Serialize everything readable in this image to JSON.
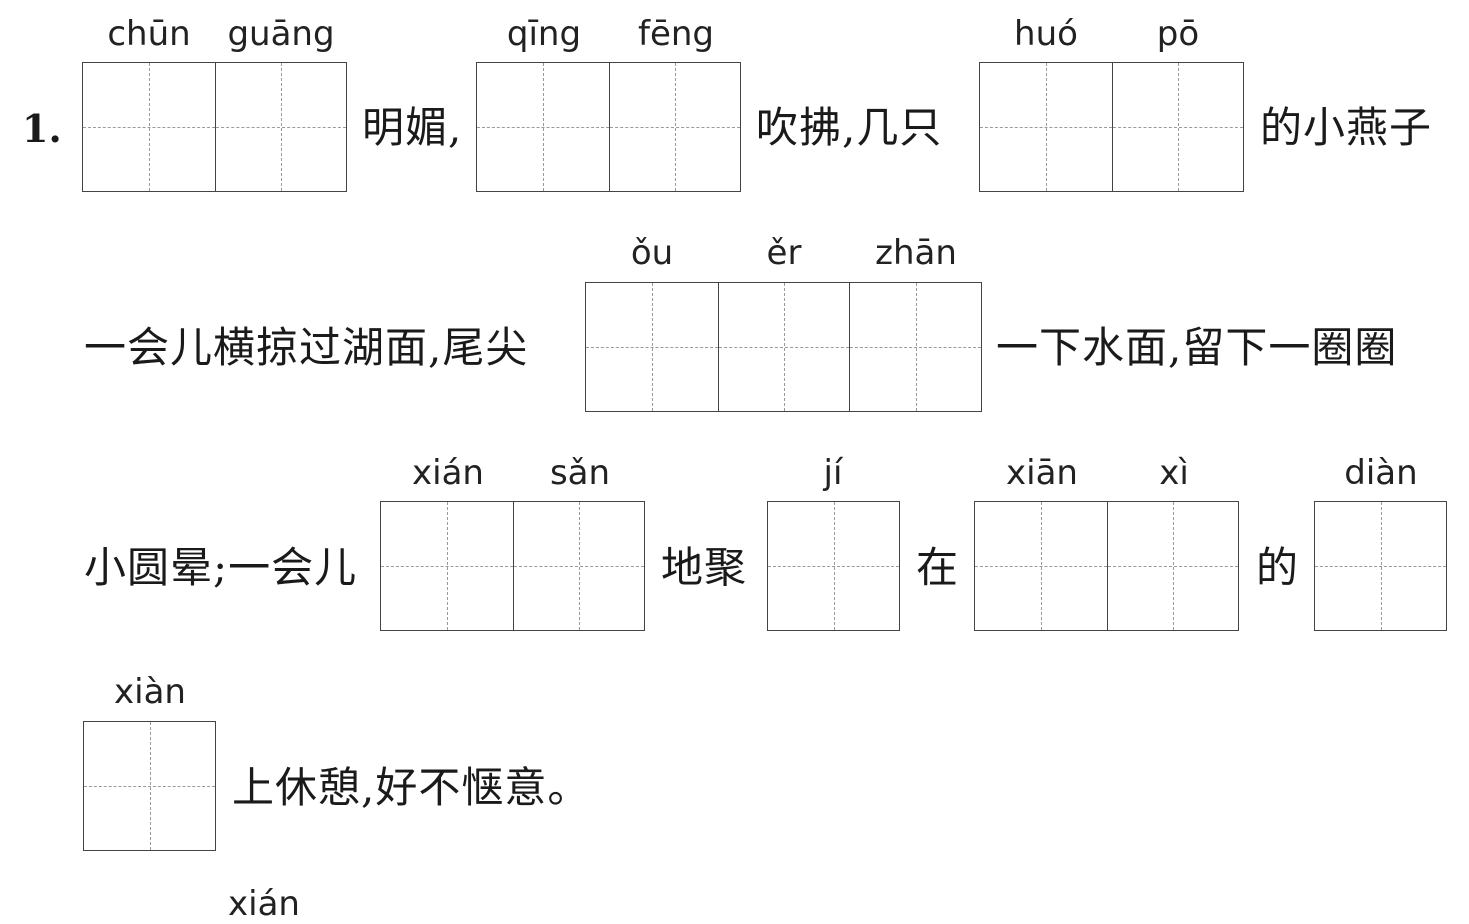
{
  "question_number": "1.",
  "rows": [
    {
      "pinyin": [
        "chūn",
        "guāng",
        "qīng",
        "fēng",
        "huó",
        "pō"
      ],
      "text": [
        "明媚,",
        "吹拂,几只",
        "的小燕子"
      ]
    },
    {
      "pinyin": [
        "ǒu",
        "ěr",
        "zhān"
      ],
      "text": [
        "一会儿横掠过湖面,尾尖",
        "一下水面,留下一圈圈"
      ]
    },
    {
      "pinyin": [
        "xián",
        "sǎn",
        "jí",
        "xiān",
        "xì",
        "diàn"
      ],
      "text": [
        "小圆晕;一会儿",
        "地聚",
        "在",
        "的"
      ]
    },
    {
      "pinyin": [
        "xiàn"
      ],
      "text": [
        "上休憩,好不惬意。"
      ]
    }
  ],
  "cut_off_pinyin": "xián"
}
